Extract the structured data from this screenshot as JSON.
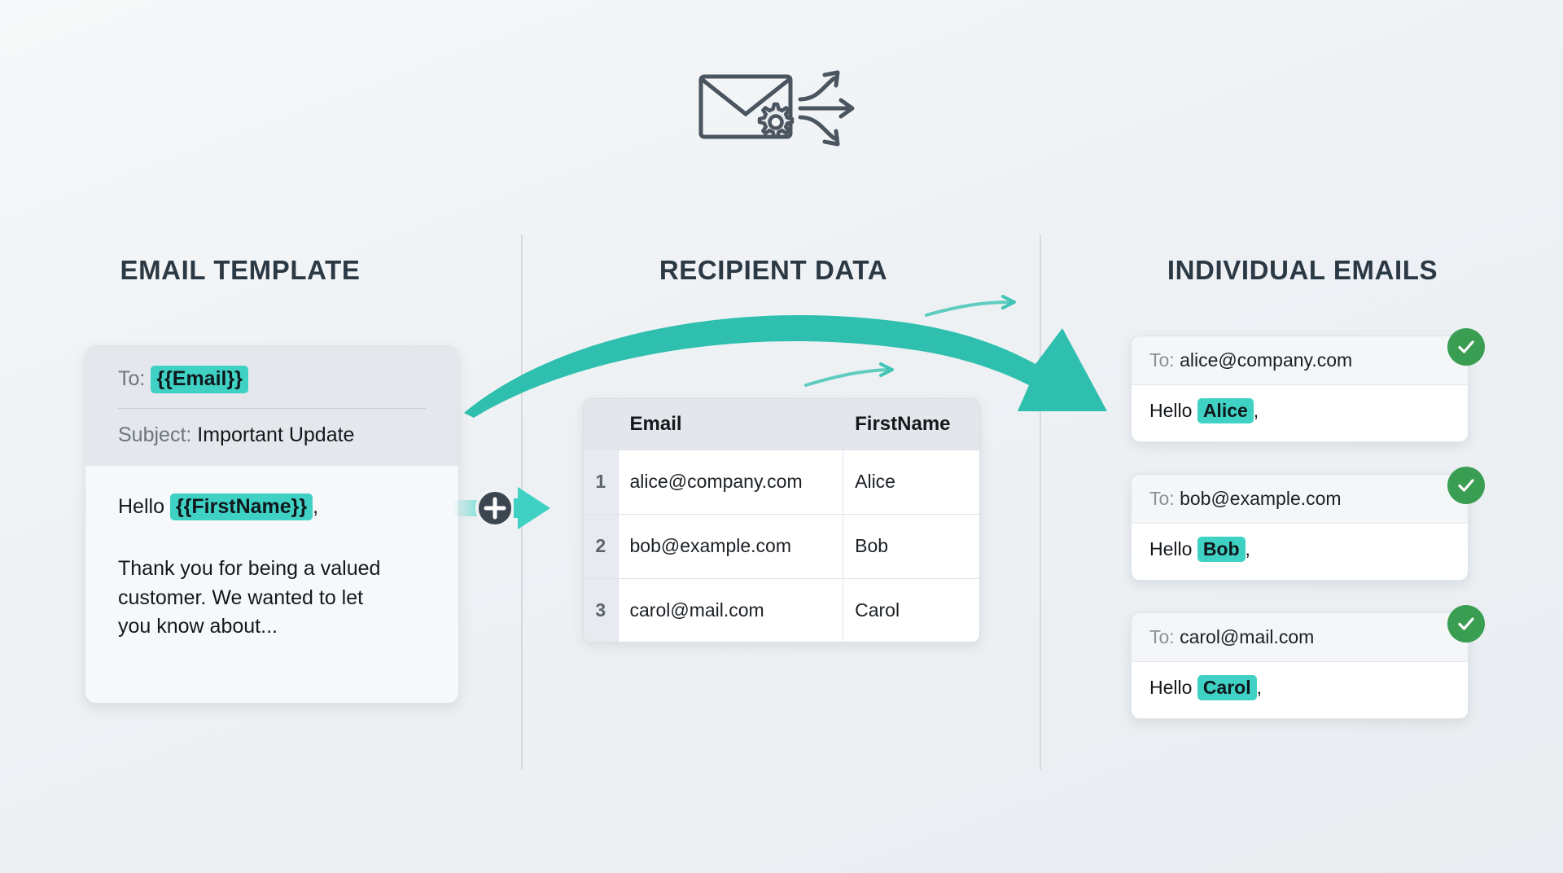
{
  "header": {
    "icon": "envelope-gear-distribute-icon"
  },
  "columns": {
    "template_title": "EMAIL TEMPLATE",
    "recipients_title": "RECIPIENT DATA",
    "emails_title": "INDIVIDUAL EMAILS"
  },
  "template_card": {
    "to_label": "To:",
    "to_token": "{{Email}}",
    "subject_label": "Subject:",
    "subject_value": "Important Update",
    "greeting_prefix": "Hello",
    "greeting_token": "{{FirstName}}",
    "greeting_suffix": ",",
    "paragraph": "Thank you for being a valued customer. We wanted to let you know about..."
  },
  "merge": {
    "icon": "plus-merge-icon",
    "arrow_icon": "arrow-right-icon"
  },
  "flow": {
    "arrow_icon": "curved-flow-arrow-icon"
  },
  "recipient_table": {
    "headers": [
      "",
      "Email",
      "FirstName"
    ],
    "rows": [
      {
        "num": "1",
        "email": "alice@company.com",
        "firstname": "Alice"
      },
      {
        "num": "2",
        "email": "bob@example.com",
        "firstname": "Bob"
      },
      {
        "num": "3",
        "email": "carol@mail.com",
        "firstname": "Carol"
      }
    ]
  },
  "individual_emails": [
    {
      "to_label": "To:",
      "to_value": "alice@company.com",
      "greeting_prefix": "Hello",
      "greeting_name": "Alice",
      "greeting_suffix": ",",
      "status_icon": "check-circle-icon"
    },
    {
      "to_label": "To:",
      "to_value": "bob@example.com",
      "greeting_prefix": "Hello",
      "greeting_name": "Bob",
      "greeting_suffix": ",",
      "status_icon": "check-circle-icon"
    },
    {
      "to_label": "To:",
      "to_value": "carol@mail.com",
      "greeting_prefix": "Hello",
      "greeting_name": "Carol",
      "greeting_suffix": ",",
      "status_icon": "check-circle-icon"
    }
  ],
  "colors": {
    "accent_teal": "#3fd2c4",
    "arrow_teal": "#2fbfae",
    "success_green": "#3a9e52",
    "heading": "#2b3945",
    "background": "#eef1f4"
  }
}
